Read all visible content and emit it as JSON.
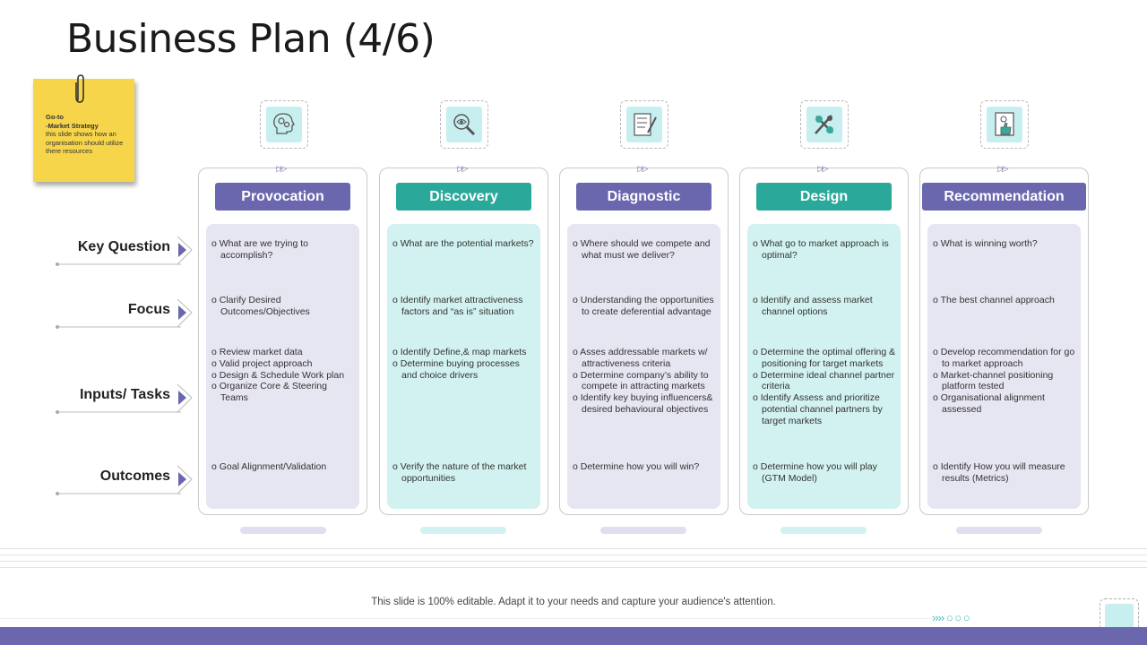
{
  "title": "Business Plan (4/6)",
  "note": {
    "line1": "Go-to",
    "line2": "-Market Strategy",
    "body": "this slide shows how an organisation should utilize there resources"
  },
  "rows": [
    "Key Question",
    "Focus",
    "Inputs/ Tasks",
    "Outcomes"
  ],
  "colors": {
    "purple": "#6a67ae",
    "teal": "#2aa99b",
    "lavender_bg": "#e6e5f2",
    "teal_bg": "#d1f2f0"
  },
  "columns": [
    {
      "name": "Provocation",
      "icon": "gears-head-icon",
      "key_question": [
        "o What are we trying to accomplish?"
      ],
      "focus": [
        "o Clarify Desired Outcomes/Objectives"
      ],
      "inputs": [
        "o Review market data",
        "o Valid project approach",
        "o Design & Schedule Work plan",
        "o Organize Core & Steering Teams"
      ],
      "outcomes": [
        "o Goal Alignment/Validation"
      ]
    },
    {
      "name": "Discovery",
      "icon": "magnifier-eye-icon",
      "key_question": [
        "o What are the potential markets?"
      ],
      "focus": [
        "o Identify market attractiveness factors and “as is” situation"
      ],
      "inputs": [
        "o Identify Define,& map markets",
        "o Determine buying processes and choice drivers"
      ],
      "outcomes": [
        "o Verify the nature of the market opportunities"
      ]
    },
    {
      "name": "Diagnostic",
      "icon": "checklist-pen-icon",
      "key_question": [
        "o Where should we compete and what must we deliver?"
      ],
      "focus": [
        "o Understanding the opportunities to create deferential advantage"
      ],
      "inputs": [
        "o Asses addressable markets w/ attractiveness criteria",
        "o Determine company’s ability to compete in attracting markets",
        "o Identify key buying influencers& desired behavioural objectives"
      ],
      "outcomes": [
        "o Determine how you will win?"
      ]
    },
    {
      "name": "Design",
      "icon": "design-tools-icon",
      "key_question": [
        "o What go to market approach is optimal?"
      ],
      "focus": [
        "o Identify and assess market channel options"
      ],
      "inputs": [
        "o Determine the optimal offering & positioning for target markets",
        "o Determine ideal channel partner criteria",
        "o Identify Assess and prioritize potential channel partners by target markets"
      ],
      "outcomes": [
        "o Determine how you will play (GTM Model)"
      ]
    },
    {
      "name": "Recommendation",
      "icon": "thumbs-up-doc-icon",
      "key_question": [
        "o What is winning worth?"
      ],
      "focus": [
        "o The best channel approach"
      ],
      "inputs": [
        "o Develop recommendation for go to market approach",
        "o Market-channel positioning platform tested",
        "o Organisational alignment assessed"
      ],
      "outcomes": [
        "o Identify How you will measure results (Metrics)"
      ]
    }
  ],
  "footer": "This slide is 100% editable. Adapt it to your needs and capture your audience's attention.",
  "nav": "›››› ○ ○ ○"
}
